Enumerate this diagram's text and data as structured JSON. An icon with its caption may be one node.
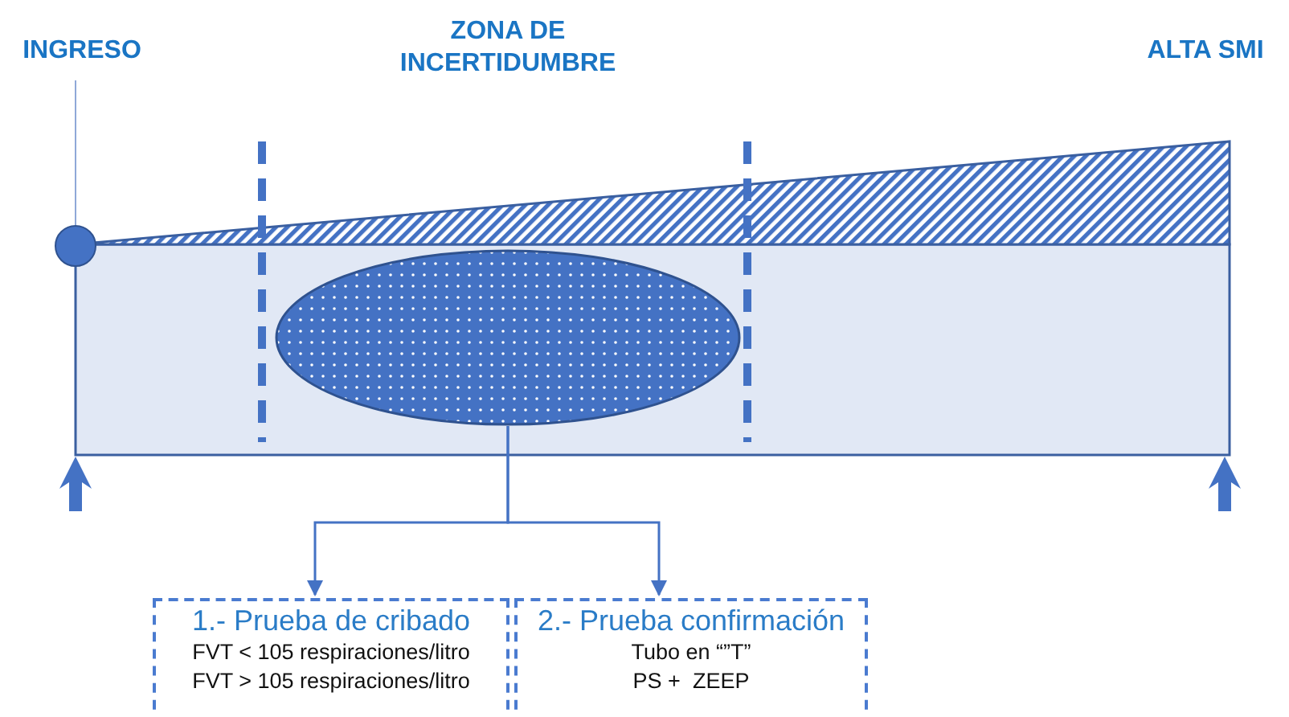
{
  "diagram": {
    "nodes": [
      {
        "text": [
          "INGRESO"
        ]
      },
      {
        "text": [],
        "shape": "circle"
      },
      {
        "text": [],
        "shape": "ellipse"
      },
      {
        "text": [
          "1.- Prueba de cribado",
          "FVT < 105 respiraciones/litro",
          "FVT > 105 respiraciones/litro"
        ]
      },
      {
        "text": [
          "2.- Prueba confirmación",
          "Tubo en “”T”",
          "PS +  ZEEP"
        ]
      }
    ],
    "edges": [
      {
        "from": 0,
        "to": 1,
        "arrow": "none"
      },
      {
        "from": 2,
        "to": 3,
        "arrow": "to"
      },
      {
        "from": 2,
        "to": 4,
        "arrow": "to"
      }
    ],
    "labels": [
      "ZONA DE INCERTIDUMBRE",
      "ALTA SMI"
    ]
  }
}
